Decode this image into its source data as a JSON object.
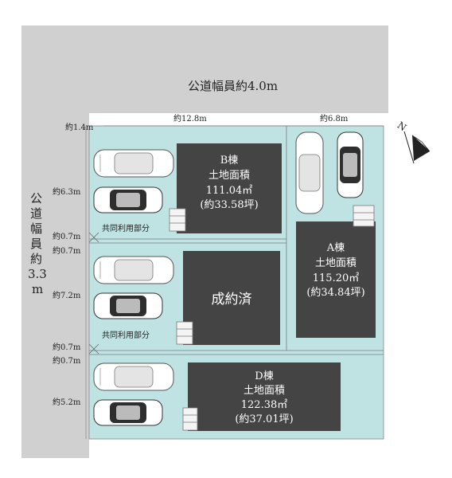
{
  "roads": {
    "north": "公道幅員約4.0m",
    "west_lines": [
      "公",
      "道",
      "幅",
      "員",
      "約",
      "3.3",
      "m"
    ]
  },
  "dims": {
    "top_left": "約12.8m",
    "top_right": "約6.8m",
    "corner": "約1.4m",
    "left": [
      "約6.3m",
      "約0.7m",
      "約0.7m",
      "約7.2m",
      "約0.7m",
      "約0.7m",
      "約5.2m"
    ]
  },
  "shared_labels": [
    "共同利用部分",
    "共同利用部分"
  ],
  "compass": "N",
  "buildings": {
    "b": {
      "name": "B棟",
      "area_label": "土地面積",
      "area": "111.04㎡",
      "tsubo": "(約33.58坪)"
    },
    "a": {
      "name": "A棟",
      "area_label": "土地面積",
      "area": "115.20㎡",
      "tsubo": "(約34.84坪)"
    },
    "c": {
      "status": "成約済"
    },
    "d": {
      "name": "D棟",
      "area_label": "土地面積",
      "area": "122.38㎡",
      "tsubo": "(約37.01坪)"
    }
  },
  "colors": {
    "lot": "#bfe3e3",
    "building": "#444444",
    "road": "#d0d0d0"
  }
}
